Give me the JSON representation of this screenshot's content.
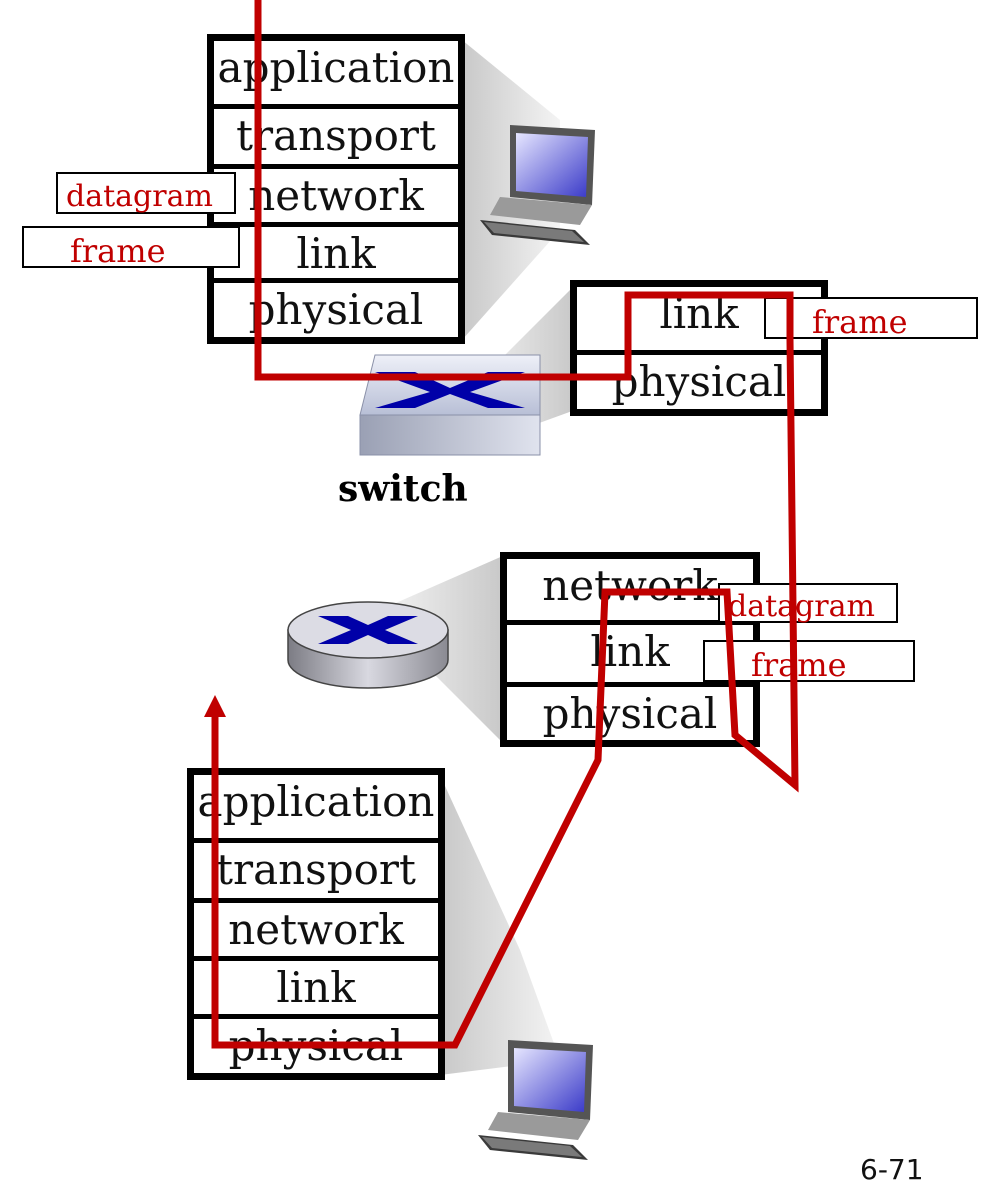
{
  "host_top": {
    "layers": [
      "application",
      "transport",
      "network",
      "link",
      "physical"
    ],
    "tags": [
      "datagram",
      "frame"
    ]
  },
  "switch": {
    "label": "switch",
    "layers": [
      "link",
      "physical"
    ],
    "tags": [
      "frame"
    ]
  },
  "router": {
    "layers": [
      "network",
      "link",
      "physical"
    ],
    "tags": [
      "datagram",
      "frame"
    ]
  },
  "host_bottom": {
    "layers": [
      "application",
      "transport",
      "network",
      "link",
      "physical"
    ]
  },
  "page_number": "6-71",
  "colors": {
    "path": "#c00000",
    "tag_text": "#c00000",
    "icon_blue": "#0000a8"
  }
}
